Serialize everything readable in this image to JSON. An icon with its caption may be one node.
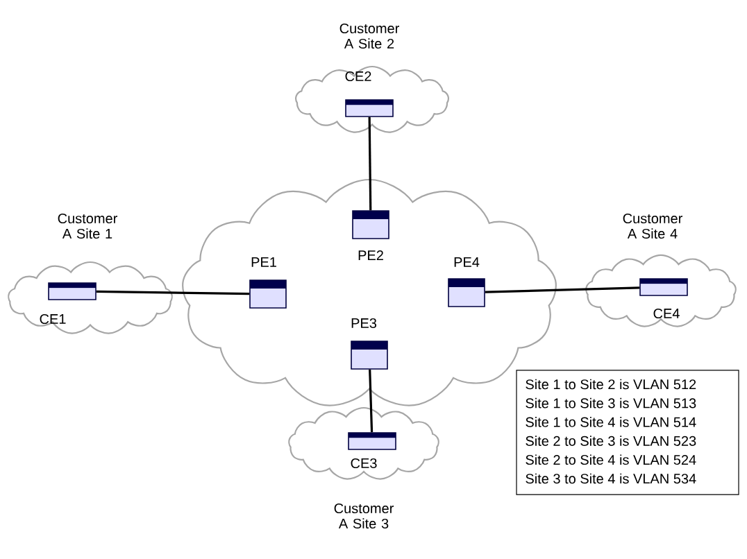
{
  "diagram": {
    "nodes": [
      {
        "text": [
          "Customer A Site 2"
        ]
      },
      {
        "text": [],
        "shape": "box",
        "beside": [
          "CE2"
        ],
        "in": 0
      },
      {
        "text": [
          "Customer A Site 1"
        ]
      },
      {
        "text": [],
        "shape": "box",
        "beside": [
          "CE1"
        ],
        "in": 2
      },
      {
        "text": [],
        "shape": "cloud"
      },
      {
        "text": [],
        "shape": "box",
        "beside": [
          "PE1"
        ],
        "in": 4
      },
      {
        "text": [],
        "shape": "box",
        "beside": [
          "PE2"
        ],
        "in": 4
      },
      {
        "text": [],
        "shape": "box",
        "beside": [
          "PE3"
        ],
        "in": 4
      },
      {
        "text": [],
        "shape": "box",
        "beside": [
          "PE4"
        ],
        "in": 4
      },
      {
        "text": [
          "Customer A Site 4"
        ]
      },
      {
        "text": [],
        "shape": "box",
        "beside": [
          "CE4"
        ],
        "in": 9
      },
      {
        "text": [
          "Customer A Site 3"
        ]
      },
      {
        "text": [],
        "shape": "box",
        "beside": [
          "CE3"
        ],
        "in": 11
      }
    ],
    "edges": [
      {
        "from": 1,
        "to": 6,
        "arrow": "none"
      },
      {
        "from": 3,
        "to": 5,
        "arrow": "none"
      },
      {
        "from": 10,
        "to": 8,
        "arrow": "none"
      },
      {
        "from": 12,
        "to": 7,
        "arrow": "none"
      }
    ],
    "labels": [
      "Site 1 to Site 2 is VLAN 512",
      "Site 1 to Site 3 is VLAN 513",
      "Site 1 to Site 4 is VLAN 514",
      "Site 2 to Site 3 is VLAN 523",
      "Site 2 to Site 4 is VLAN 524",
      "Site 3 to Site 4 is VLAN 534"
    ]
  }
}
